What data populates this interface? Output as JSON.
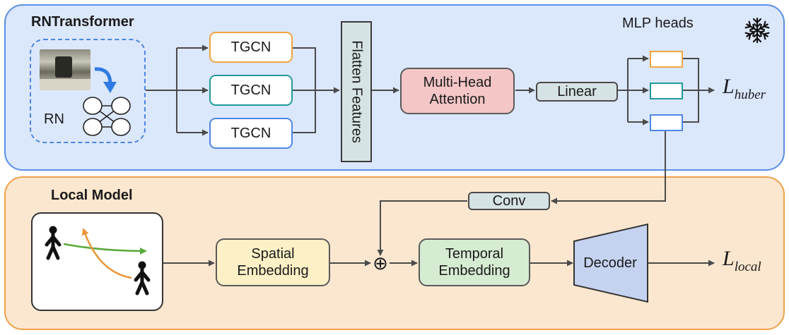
{
  "rntransformer": {
    "title": "RNTransformer",
    "rn_label": "RN",
    "tgcn_labels": [
      "TGCN",
      "TGCN",
      "TGCN"
    ],
    "flatten_label": "Flatten Features",
    "attention_label": "Multi-Head Attention",
    "linear_label": "Linear",
    "mlp_heads_label": "MLP heads",
    "loss_main": "L",
    "loss_sub": "huber",
    "frozen_icon": "snowflake-icon"
  },
  "local_model": {
    "title": "Local Model",
    "conv_label": "Conv",
    "spatial_label": "Spatial Embedding",
    "plus_symbol": "⊕",
    "temporal_label": "Temporal Embedding",
    "decoder_label": "Decoder",
    "loss_main": "L",
    "loss_sub": "local",
    "pedestrian_icon": "pedestrian-icon"
  },
  "colors": {
    "top_panel": "#dbe7fb",
    "bottom_panel": "#fbe7cf",
    "tgcn_borders": [
      "#f2a43f",
      "#1f9a9a",
      "#4f86e3"
    ],
    "attention": "#f4c6c6",
    "linear": "#d6e3e4",
    "spatial": "#fdf0c6",
    "temporal": "#d6ecd2",
    "decoder": "#c5d3f1"
  }
}
